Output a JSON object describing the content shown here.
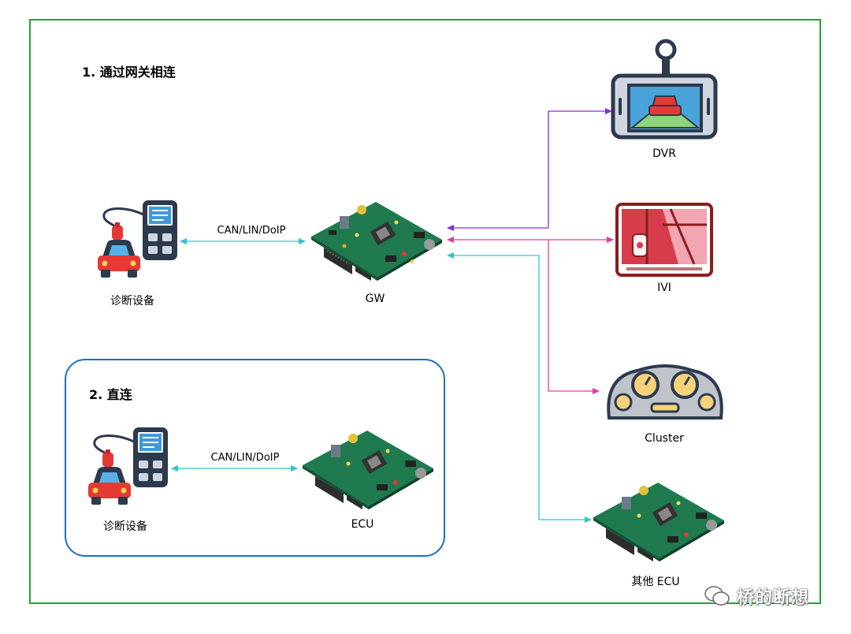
{
  "sections": {
    "gateway_title": "1. 通过网关相连",
    "direct_title": "2. 直连"
  },
  "nodes": {
    "diag1": "诊断设备",
    "gw": "GW",
    "dvr": "DVR",
    "ivi": "IVI",
    "cluster": "Cluster",
    "other_ecu": "其他 ECU",
    "diag2": "诊断设备",
    "ecu": "ECU"
  },
  "edges": {
    "diag_gw": "CAN/LIN/DoIP",
    "diag_ecu": "CAN/LIN/DoIP"
  },
  "colors": {
    "frame": "#22a52b",
    "direct_box": "#1e6fc0",
    "link_cyan": "#29c6cf",
    "link_purple": "#8a2be2",
    "link_pink": "#e6399b"
  },
  "watermark": "桥的断想"
}
